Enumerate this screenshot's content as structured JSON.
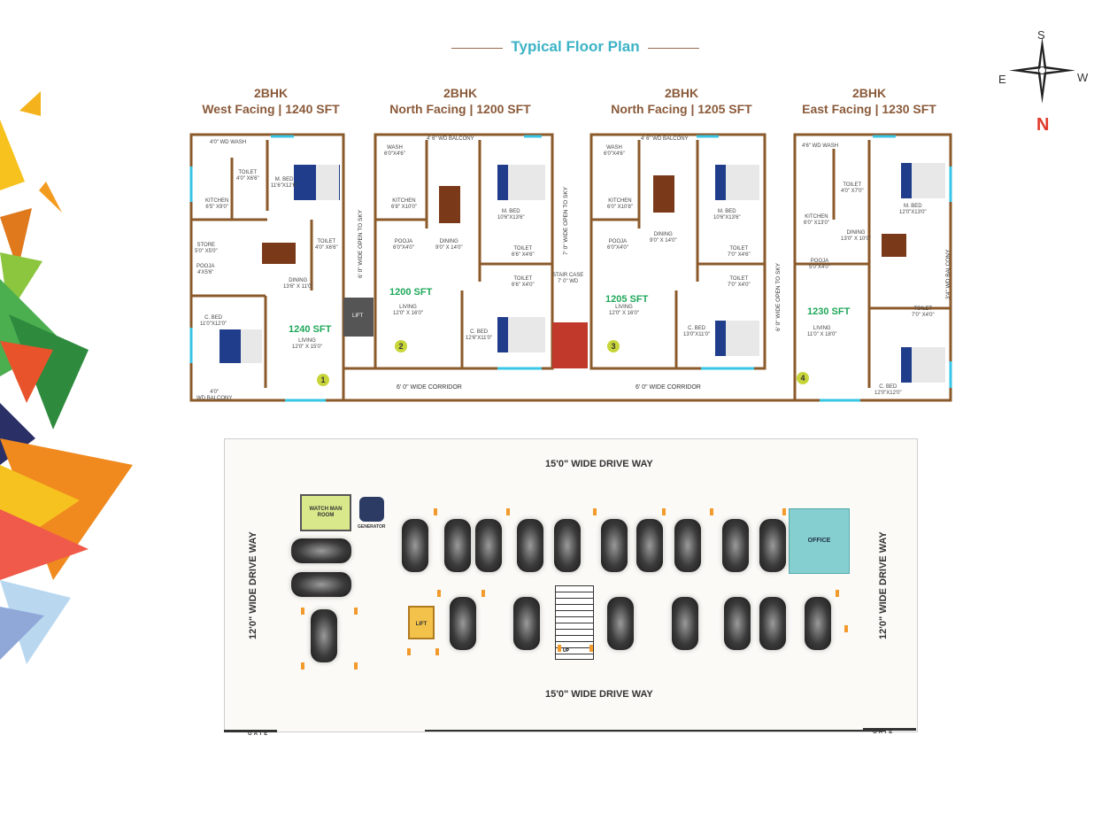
{
  "title": "Typical Floor Plan",
  "units": [
    {
      "type": "2BHK",
      "facing": "West Facing | 1240 SFT"
    },
    {
      "type": "2BHK",
      "facing": "North Facing |  1200 SFT"
    },
    {
      "type": "2BHK",
      "facing": "North Facing |  1205 SFT"
    },
    {
      "type": "2BHK",
      "facing": "East Facing | 1230 SFT"
    }
  ],
  "compass": {
    "s": "S",
    "e": "E",
    "w": "W",
    "n": "N"
  },
  "floor": {
    "areas": [
      "1240 SFT",
      "1200 SFT",
      "1205 SFT",
      "1230 SFT"
    ],
    "numbers": [
      "1",
      "2",
      "3",
      "4"
    ],
    "rooms": {
      "u1_wash": "4'0\" WD WASH",
      "u1_toilet": "TOILET\n4'0\" X6'6\"",
      "u1_mbed": "M. BED\n11'6\"X12'6\"",
      "u1_kitchen": "KITCHEN\n6'5\" X9'0\"",
      "u1_toilet2": "TOILET\n4'0\" X6'6\"",
      "u1_store": "STORE\n5'0\" X5'0\"",
      "u1_pooja": "POOJA\n4'X5'6\"",
      "u1_dining": "DINING\n13'6\" X 11'0\"",
      "u1_lift": "LIFT",
      "u1_cbed": "C. BED\n11'0\"X12'0\"",
      "u1_living": "LIVING\n12'0\" X 15'0\"",
      "u1_balcony": "4'0\"\nWD BALCONY",
      "u2_wash": "WASH\n6'0\"X4'6\"",
      "u2_balcony": "4' 6\" WD BALCONY",
      "u2_kitchen": "KITCHEN\n6'8\" X10'0\"",
      "u2_mbed": "M. BED\n10'6\"X13'6\"",
      "u2_pooja": "POOJA\n6'0\"X4'0\"",
      "u2_dining": "DINING\n9'0\" X 14'0\"",
      "u2_toilet": "TOILET\n6'6\" X4'6\"",
      "u2_toilet2": "TOILET\n6'6\" X4'0\"",
      "u2_living": "LIVING\n12'0\" X 16'0\"",
      "u2_cbed": "C. BED\n12'6\"X11'0\"",
      "stair": "STAIR CASE\n7' 0\" WD",
      "u3_wash": "WASH\n6'0\"X4'6\"",
      "u3_balcony": "4' 6\" WD BALCONY",
      "u3_kitchen": "KITCHEN\n6'0\" X10'8\"",
      "u3_mbed": "M. BED\n10'6\"X13'6\"",
      "u3_pooja": "POOJA\n6'0\"X4'0\"",
      "u3_dining": "DINING\n9'0\" X 14'0\"",
      "u3_toilet": "TOILET\n7'0\" X4'6\"",
      "u3_toilet2": "TOILET\n7'0\" X4'0\"",
      "u3_living": "LIVING\n12'0\" X 16'0\"",
      "u3_cbed": "C. BED\n13'0\"X11'0\"",
      "u4_wash": "4'6\" WD WASH",
      "u4_toilet": "TOILET\n4'0\" X7'0\"",
      "u4_mbed": "M. BED\n12'0\"X13'0\"",
      "u4_kitchen": "KITCHEN\n6'0\" X13'0\"",
      "u4_dining": "DINING\n13'0\" X 10'0\"",
      "u4_pooja": "POOJA\n5'0\"X4'0\"",
      "u4_toilet2": "TOILET\n7'0\" X4'0\"",
      "u4_living": "LIVING\n11'0\" X 18'0\"",
      "u4_cbed": "C. BED\n12'0\"X12'0\"",
      "u4_balcony": "3'4\" WD BALCONY"
    },
    "open_sky_left": "6' 0\" WIDE OPEN TO SKY",
    "open_sky_mid": "7' 0\" WIDE OPEN TO SKY",
    "open_sky_right": "6' 0\" WIDE OPEN TO SKY",
    "corridor_left": "6' 0\" WIDE CORRIDOR",
    "corridor_right": "6' 0\" WIDE CORRIDOR"
  },
  "parking": {
    "drive_top": "15'0\" WIDE DRIVE WAY",
    "drive_bottom": "15'0\" WIDE DRIVE WAY",
    "drive_left": "12'0\" WIDE DRIVE WAY",
    "drive_right": "12'0\" WIDE DRIVE WAY",
    "watchman": "WATCH MAN\nROOM",
    "generator": "GENERATOR",
    "office": "OFFICE",
    "lift": "LIFT",
    "up": "UP",
    "gate_left": "GATE",
    "gate_right": "GATE"
  },
  "colors": {
    "accent": "#3cb3c6",
    "brown": "#8a5a3a",
    "green": "#1fa85a",
    "wall": "#8b5a2b",
    "window": "#38c6e6"
  }
}
